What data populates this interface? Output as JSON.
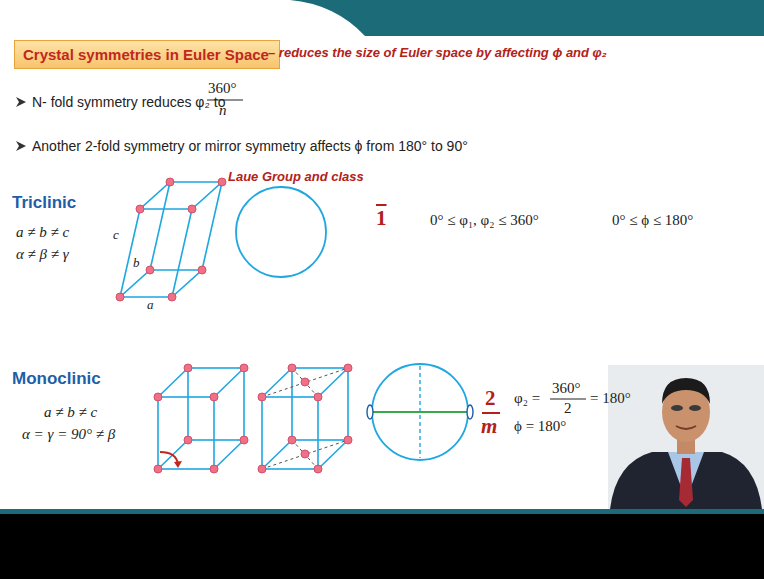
{
  "diagram": {
    "nodes": [
      {
        "text": [
          "Crystal symmetries in Euler Space"
        ]
      }
    ],
    "labels": [
      "– reduces the size of Euler space by affecting ϕ and φ₂",
      "N- fold symmetry reduces φ₂ to",
      "360°",
      "n",
      "Another 2-fold symmetry or mirror symmetry affects ϕ from 180° to 90°",
      "Laue Group and class",
      "Triclinic",
      "a ≠ b ≠ c",
      "α ≠ β ≠ γ",
      "c",
      "b",
      "a",
      "1",
      "0° ≤ φ₁, φ₂ ≤ 360°",
      "0° ≤ ϕ ≤ 180°",
      "Monoclinic",
      "a ≠ b ≠ c",
      "α = γ = 90° ≠ β",
      "2",
      "m",
      "φ₂ =",
      "360°",
      "2",
      "= 180°",
      "ϕ = 180°"
    ]
  }
}
